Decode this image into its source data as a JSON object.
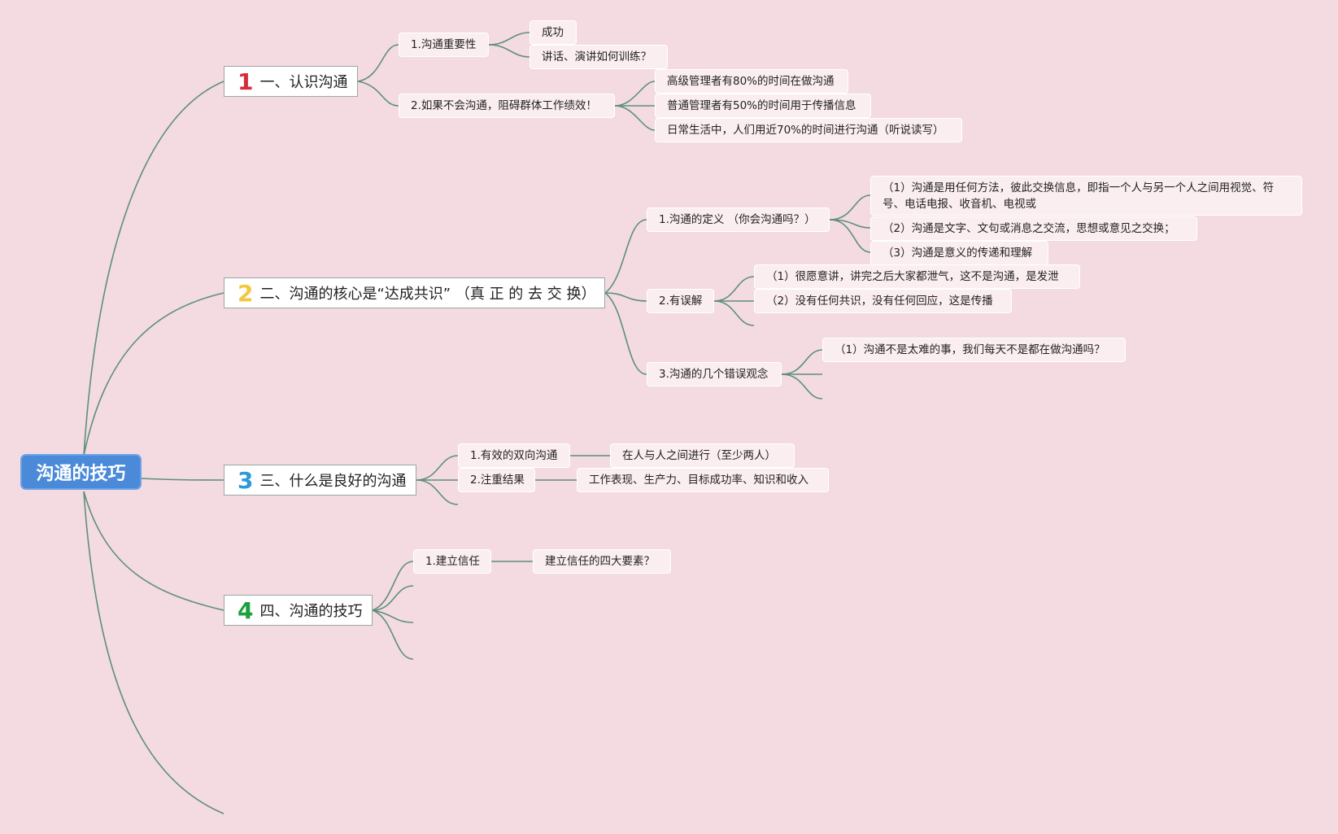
{
  "root": "沟通的技巧",
  "colors": {
    "background": "#f3dbe1",
    "root_fill": "#4a8ad8",
    "connector": "#5e8f7e",
    "num1": "#d62d3a",
    "num2": "#f2c93c",
    "num3": "#2c9ad8",
    "num4": "#1e9f3d"
  },
  "branches": [
    {
      "num": "1",
      "label": "一、认识沟通",
      "children": [
        {
          "label": "1.沟通重要性",
          "children": [
            "成功",
            "讲话、演讲如何训练？"
          ]
        },
        {
          "label": "2.如果不会沟通，阻碍群体工作绩效！",
          "children": [
            "高级管理者有80%的时间在做沟通",
            "普通管理者有50%的时间用于传播信息",
            "日常生活中，人们用近70%的时间进行沟通（听说读写）"
          ]
        }
      ]
    },
    {
      "num": "2",
      "label": "二、沟通的核心是“达成共识” （真 正 的 去 交 换）",
      "children": [
        {
          "label": "1.沟通的定义 （你会沟通吗？）",
          "children": [
            "（1）沟通是用任何方法，彼此交换信息，即指一个人与另一个人之间用视觉、符号、电话电报、收音机、电视或",
            "（2）沟通是文字、文句或消息之交流，思想或意见之交换；",
            "（3）沟通是意义的传递和理解"
          ]
        },
        {
          "label": "2.有误解",
          "children": [
            "（1）很愿意讲，讲完之后大家都泄气，这不是沟通，是发泄",
            "（2）没有任何共识，没有任何回应，这是传播"
          ]
        },
        {
          "label": "3.沟通的几个错误观念",
          "children": [
            "（1）沟通不是太难的事，我们每天不是都在做沟通吗？"
          ]
        }
      ]
    },
    {
      "num": "3",
      "label": "三、什么是良好的沟通",
      "children": [
        {
          "label": "1.有效的双向沟通",
          "children": [
            "在人与人之间进行（至少两人）"
          ]
        },
        {
          "label": "2.注重结果",
          "children": [
            "工作表现、生产力、目标成功率、知识和收入"
          ]
        }
      ]
    },
    {
      "num": "4",
      "label": "四、沟通的技巧",
      "children": [
        {
          "label": "1.建立信任",
          "children": [
            "建立信任的四大要素？"
          ]
        }
      ]
    }
  ]
}
